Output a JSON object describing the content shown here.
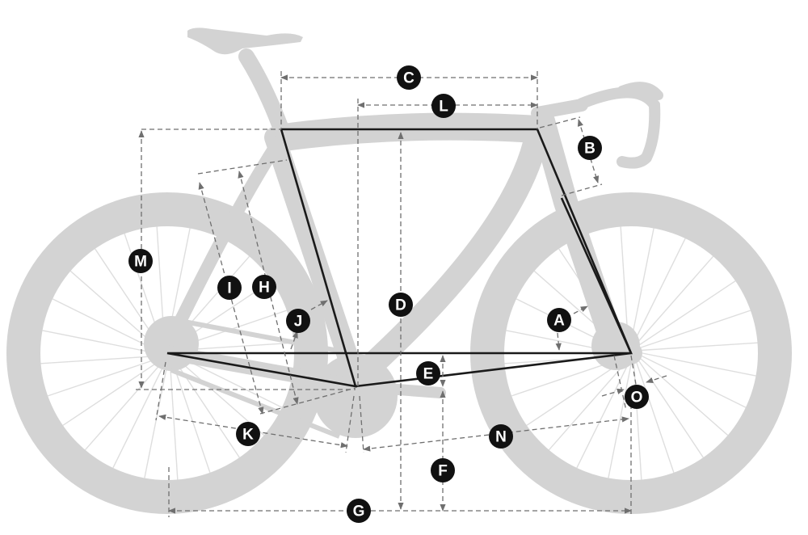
{
  "diagram": {
    "labels": [
      "A",
      "B",
      "C",
      "D",
      "E",
      "F",
      "G",
      "H",
      "I",
      "J",
      "K",
      "L",
      "M",
      "N",
      "O"
    ]
  },
  "colors": {
    "bike_silhouette": "#d3d3d3",
    "frame_outline": "#1a1a1a",
    "dimension_lines": "#6f6f6f",
    "label_badge": "#111111",
    "label_text": "#ffffff"
  }
}
